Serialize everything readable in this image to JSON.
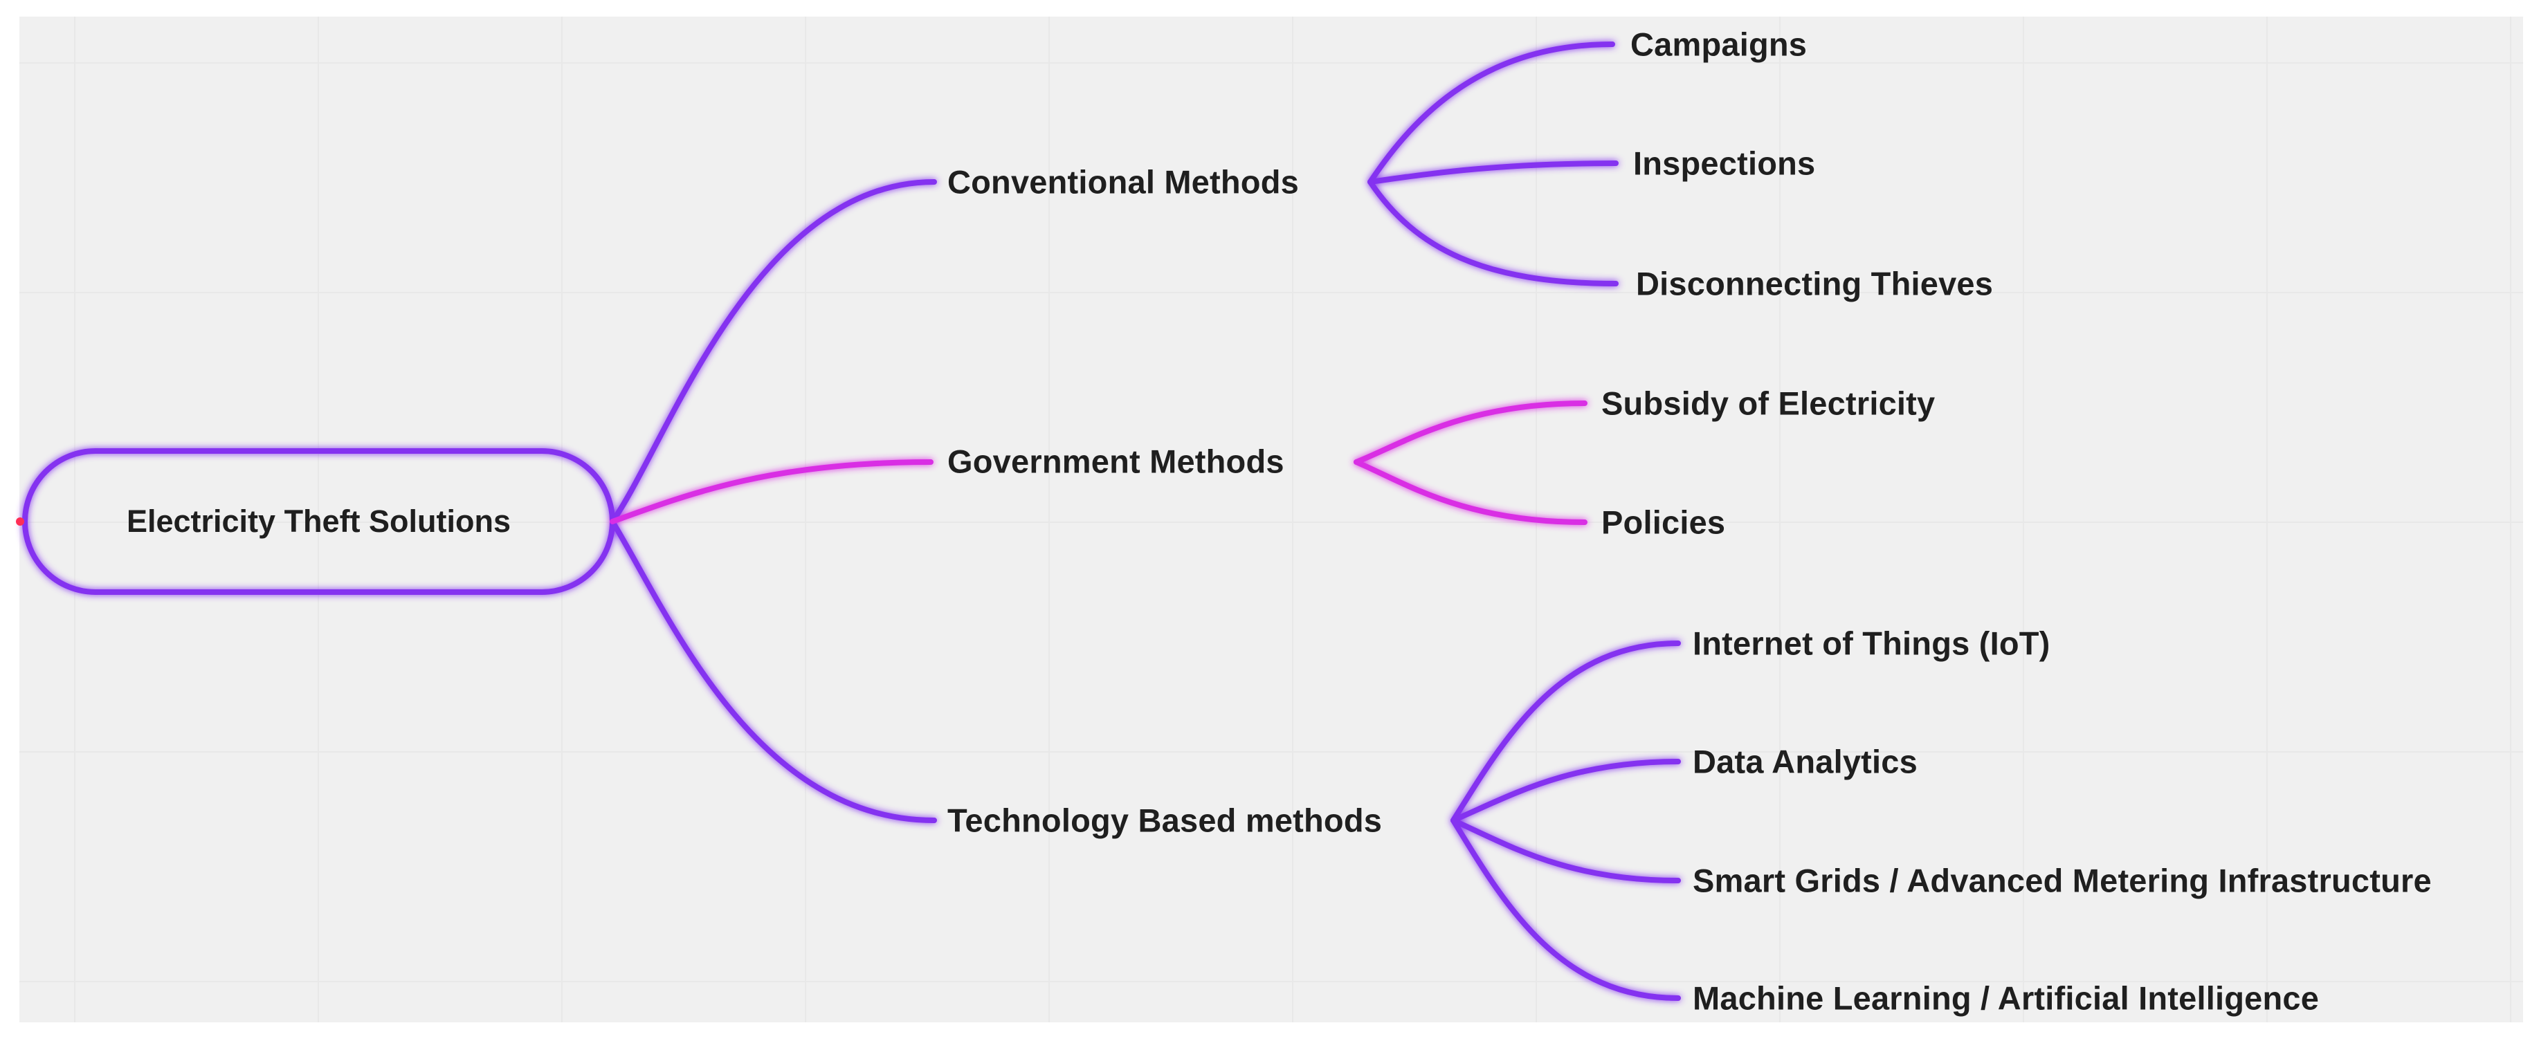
{
  "root": {
    "label": "Electricity Theft Solutions"
  },
  "branches": [
    {
      "label": "Conventional Methods",
      "children": [
        "Campaigns",
        "Inspections",
        "Disconnecting Thieves"
      ]
    },
    {
      "label": "Government Methods",
      "children": [
        "Subsidy of Electricity",
        "Policies"
      ]
    },
    {
      "label": "Technology Based methods",
      "children": [
        "Internet of Things (IoT)",
        "Data Analytics",
        "Smart Grids / Advanced Metering Infrastructure",
        "Machine Learning / Artificial Intelligence"
      ]
    }
  ],
  "colors": {
    "purple": "#8430f0",
    "magenta": "#d92ee4",
    "canvas-bg": "#f0f0f0",
    "page-bg": "#ffffff",
    "grid-line": "#e8e8e8",
    "text": "#1f1f1f",
    "anchor-red": "#ff2d55"
  }
}
